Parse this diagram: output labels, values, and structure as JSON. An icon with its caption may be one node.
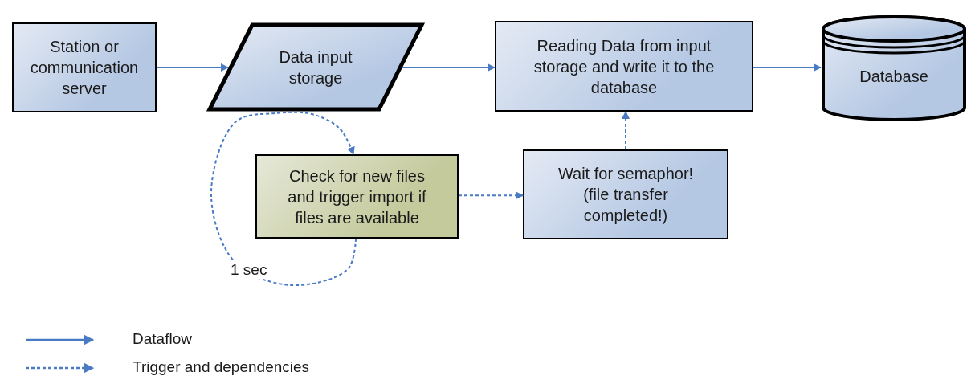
{
  "diagram": {
    "nodes": [
      {
        "text": [
          "Station or communication server"
        ]
      },
      {
        "text": [
          "Data input storage"
        ]
      },
      {
        "text": [
          "Reading Data from input storage and write it to the database"
        ]
      },
      {
        "text": [
          "Database"
        ]
      },
      {
        "text": [
          "Check for new files and trigger import if files are available"
        ]
      },
      {
        "text": [
          "Wait for semaphor! (file transfer completed!)"
        ]
      }
    ],
    "edges": [
      {
        "from": 0,
        "to": 1,
        "arrow": "to"
      },
      {
        "from": 1,
        "to": 2,
        "arrow": "to"
      },
      {
        "from": 2,
        "to": 3,
        "arrow": "to"
      },
      {
        "from": 4,
        "to": 5,
        "arrow": "to",
        "style": "dashed"
      },
      {
        "from": 5,
        "to": 2,
        "arrow": "to",
        "style": "dashed"
      },
      {
        "from": 4,
        "to": 4,
        "arrow": "to",
        "style": "dashed",
        "label": "1 sec"
      }
    ],
    "legend": [
      {
        "text": "Dataflow"
      },
      {
        "text": "Trigger and dependencies"
      }
    ]
  }
}
